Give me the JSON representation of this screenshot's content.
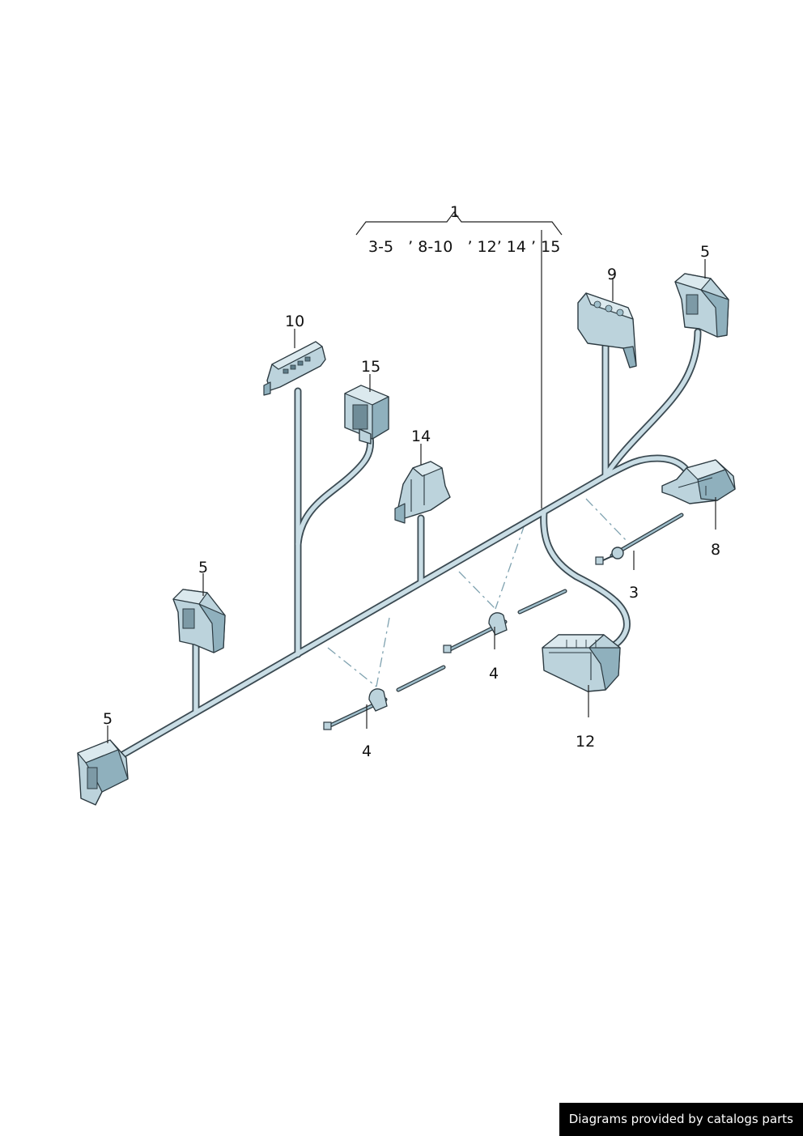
{
  "group": {
    "number": "1",
    "includes": "3-5   ’ 8-10   ’ 12’ 14 ’ 15"
  },
  "callouts": {
    "c10": "10",
    "c15": "15",
    "c14": "14",
    "c9": "9",
    "c5_top_right": "5",
    "c5_mid_left": "5",
    "c5_bottom_left": "5",
    "c8": "8",
    "c3": "3",
    "c4_right": "4",
    "c4_left": "4",
    "c12": "12"
  },
  "footer": {
    "text": "Diagrams provided by catalogs parts"
  }
}
